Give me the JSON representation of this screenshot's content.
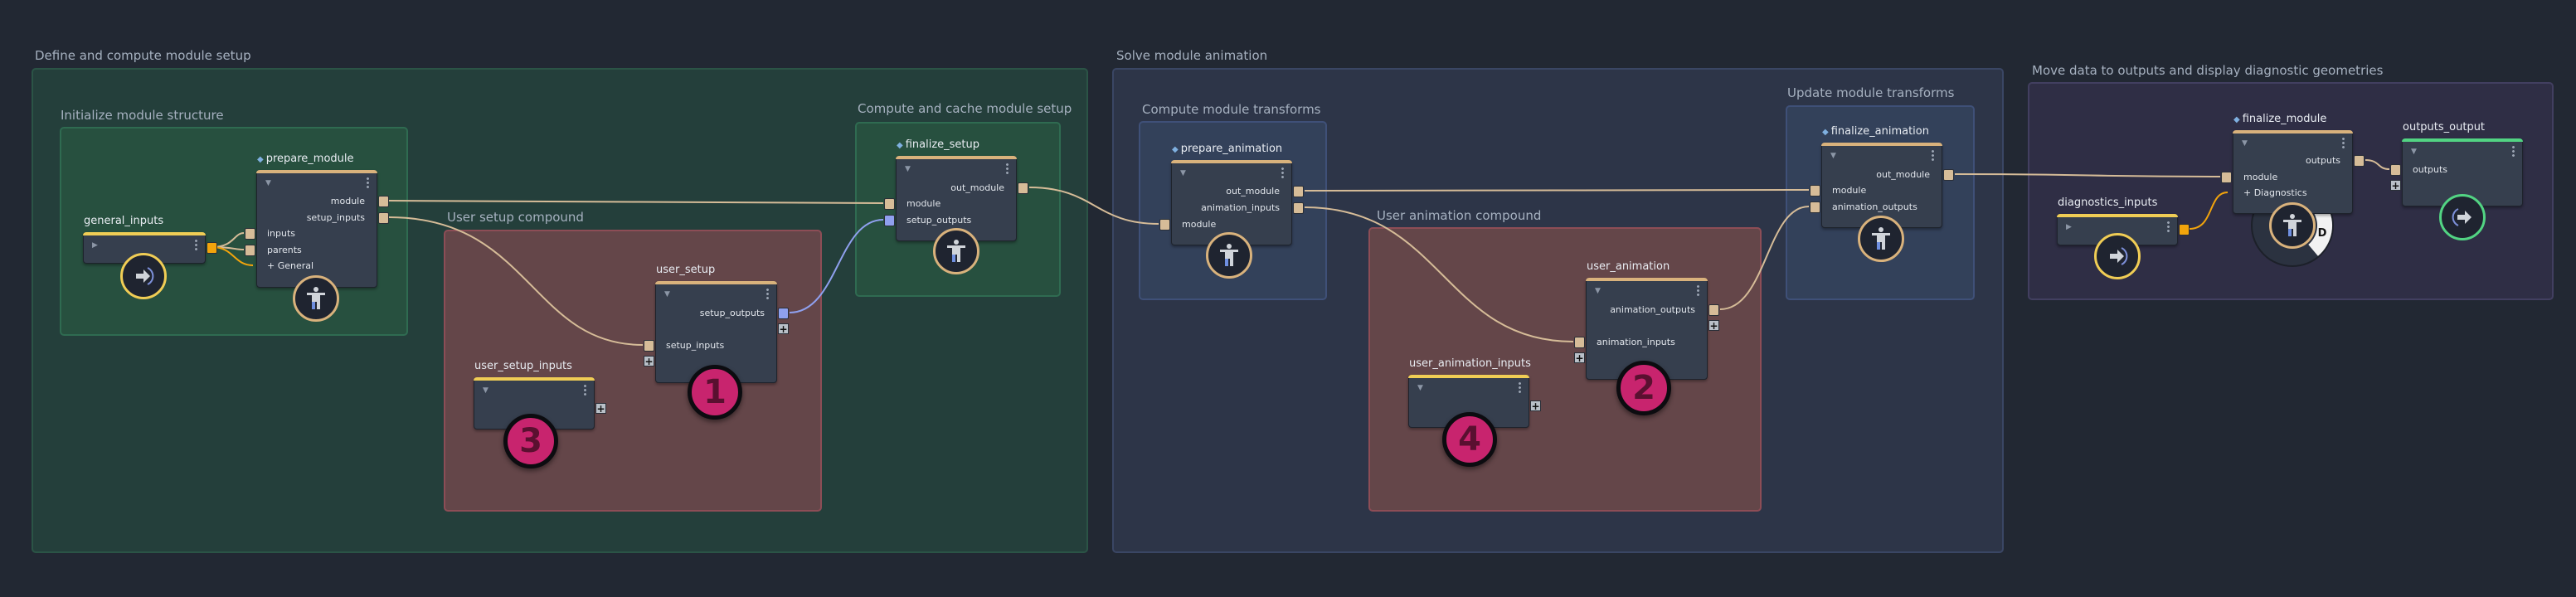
{
  "groups": {
    "define_setup": "Define and compute module setup",
    "init_structure": "Initialize module structure",
    "user_setup_compound": "User setup compound",
    "compute_cache": "Compute and cache module setup",
    "solve_animation": "Solve module animation",
    "compute_transforms": "Compute module transforms",
    "user_animation_compound": "User animation compound",
    "update_transforms": "Update module transforms",
    "move_outputs": "Move data to outputs and display diagnostic geometries"
  },
  "nodes": {
    "general_inputs": {
      "title": "general_inputs"
    },
    "prepare_module": {
      "title": "prepare_module",
      "out": [
        "module",
        "setup_inputs"
      ],
      "in": [
        "inputs",
        "parents",
        "+ General"
      ]
    },
    "user_setup": {
      "title": "user_setup",
      "out": [
        "setup_outputs"
      ],
      "in": [
        "setup_inputs"
      ]
    },
    "user_setup_inputs": {
      "title": "user_setup_inputs"
    },
    "finalize_setup": {
      "title": "finalize_setup",
      "out": [
        "out_module"
      ],
      "in": [
        "module",
        "setup_outputs"
      ]
    },
    "prepare_animation": {
      "title": "prepare_animation",
      "out": [
        "out_module",
        "animation_inputs"
      ],
      "in": [
        "module"
      ]
    },
    "user_animation": {
      "title": "user_animation",
      "out": [
        "animation_outputs"
      ],
      "in": [
        "animation_inputs"
      ]
    },
    "user_animation_inputs": {
      "title": "user_animation_inputs"
    },
    "finalize_animation": {
      "title": "finalize_animation",
      "out": [
        "out_module"
      ],
      "in": [
        "module",
        "animation_outputs"
      ]
    },
    "finalize_module": {
      "title": "finalize_module",
      "out": [
        "outputs"
      ],
      "in": [
        "module",
        "+ Diagnostics"
      ],
      "ring_label": "D"
    },
    "outputs_output": {
      "title": "outputs_output",
      "in": [
        "outputs"
      ]
    },
    "diagnostics_inputs": {
      "title": "diagnostics_inputs"
    }
  },
  "badges": [
    "1",
    "2",
    "3",
    "4"
  ],
  "colors": {
    "background": "#222833",
    "wire": "#d6bc98",
    "wire_blue": "#8fa0ee",
    "wire_orange": "#f2a40c",
    "badge": "#c8246e",
    "header_tan": "#d9b27c",
    "header_yellow": "#f0cd55",
    "header_green": "#52d483"
  }
}
